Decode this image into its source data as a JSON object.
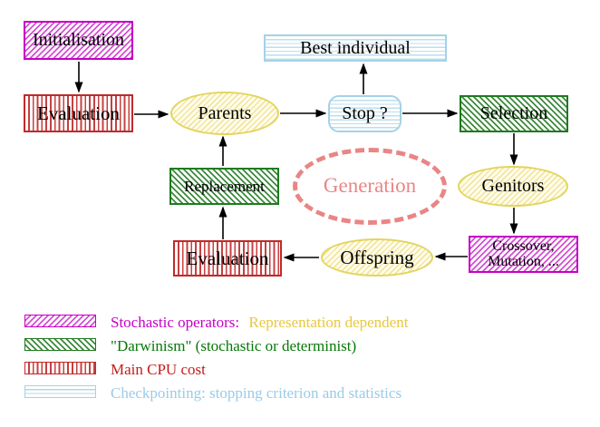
{
  "diagram": {
    "title_none": "",
    "nodes": {
      "initialisation": "Initialisation",
      "evaluation_top": "Evaluation",
      "parents": "Parents",
      "best_individual": "Best individual",
      "stop": "Stop ?",
      "selection": "Selection",
      "replacement": "Replacement",
      "generation": "Generation",
      "genitors": "Genitors",
      "evaluation_bottom": "Evaluation",
      "offspring": "Offspring",
      "crossover_line1": "Crossover,",
      "crossover_line2": "Mutation, ..."
    },
    "edges": [
      {
        "from": "Initialisation",
        "to": "Evaluation"
      },
      {
        "from": "Evaluation",
        "to": "Parents"
      },
      {
        "from": "Parents",
        "to": "Stop ?"
      },
      {
        "from": "Stop ?",
        "to": "Best individual"
      },
      {
        "from": "Stop ?",
        "to": "Selection"
      },
      {
        "from": "Selection",
        "to": "Genitors"
      },
      {
        "from": "Genitors",
        "to": "Crossover, Mutation, ..."
      },
      {
        "from": "Crossover, Mutation, ...",
        "to": "Offspring"
      },
      {
        "from": "Offspring",
        "to": "Evaluation"
      },
      {
        "from": "Evaluation",
        "to": "Replacement"
      },
      {
        "from": "Replacement",
        "to": "Parents"
      }
    ],
    "colors": {
      "magenta": "#c400c4",
      "green": "#1f7a1f",
      "red": "#bf2a2a",
      "cyan_border": "#a4d2e6",
      "yellow_border": "#e3d55e",
      "yellow_fill": "#fffdf0",
      "salmon": "#ea8585",
      "arrow": "#000000",
      "legend_yellow_text": "#e9c73f",
      "legend_green_text": "#067806",
      "legend_red_text": "#c41a1a",
      "legend_cyan_text": "#9acbe8"
    }
  },
  "legend": {
    "rows": [
      {
        "label": "Stochastic operators:",
        "label2": "Representation dependent"
      },
      {
        "label": "\"Darwinism\" (stochastic or determinist)"
      },
      {
        "label": "Main CPU cost"
      },
      {
        "label": "Checkpointing: stopping criterion and statistics"
      }
    ]
  }
}
